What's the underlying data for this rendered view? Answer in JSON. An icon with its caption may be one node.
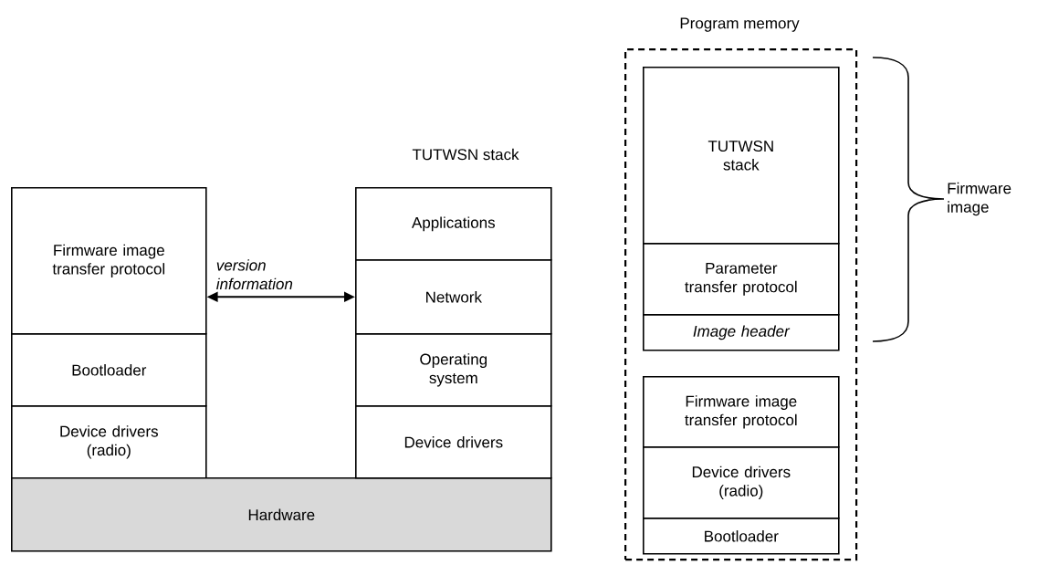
{
  "diagram": {
    "nodes": [
      {
        "text": [
          "Firmware image transfer protocol"
        ]
      },
      {
        "text": [
          "Bootloader"
        ]
      },
      {
        "text": [
          "Device drivers (radio)"
        ]
      },
      {
        "text": [
          "Hardware"
        ]
      },
      {
        "text": [
          "Applications"
        ]
      },
      {
        "text": [
          "Network"
        ]
      },
      {
        "text": [
          "Operating system"
        ]
      },
      {
        "text": [
          "Device drivers"
        ]
      },
      {
        "text": [
          "Program memory"
        ]
      },
      {
        "text": [
          "TUTWSN stack"
        ],
        "in": 8
      },
      {
        "text": [
          "Parameter transfer protocol"
        ],
        "in": 8
      },
      {
        "text": [
          "Image header"
        ],
        "in": 8
      },
      {
        "text": [
          "Firmware image transfer protocol"
        ],
        "in": 8
      },
      {
        "text": [
          "Device drivers (radio)"
        ],
        "in": 8
      },
      {
        "text": [
          "Bootloader"
        ],
        "in": 8
      }
    ],
    "edges": [
      {
        "from": 0,
        "to": 5,
        "arrow": "both",
        "label": "version information"
      }
    ],
    "labels": [
      "TUTWSN stack",
      "Firmware image"
    ]
  }
}
